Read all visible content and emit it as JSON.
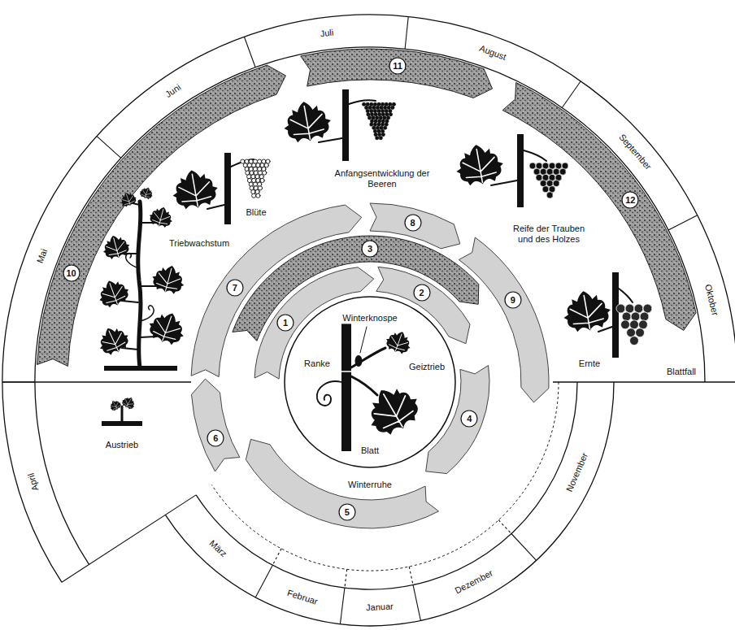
{
  "diagram": {
    "nodes": [
      {
        "text": [
          "1"
        ]
      },
      {
        "text": [
          "2"
        ]
      },
      {
        "text": [
          "3"
        ]
      },
      {
        "text": [
          "4"
        ]
      },
      {
        "text": [
          "5"
        ]
      },
      {
        "text": [
          "6"
        ]
      },
      {
        "text": [
          "7"
        ]
      },
      {
        "text": [
          "8"
        ]
      },
      {
        "text": [
          "9"
        ]
      },
      {
        "text": [
          "10"
        ]
      },
      {
        "text": [
          "11"
        ]
      },
      {
        "text": [
          "12"
        ]
      }
    ],
    "labels": [
      "Juli",
      "August",
      "September",
      "Oktober",
      "November",
      "Dezember",
      "Januar",
      "Februar",
      "März",
      "April",
      "Mai",
      "Juni",
      "Anfangsentwicklung der Beeren",
      "Blüte",
      "Triebwachstum",
      "Reife der Trauben und des Holzes",
      "Ernte",
      "Blattfall",
      "Winterknospe",
      "Ranke",
      "Geiztrieb",
      "Blatt",
      "Austrieb",
      "Winterruhe"
    ]
  }
}
